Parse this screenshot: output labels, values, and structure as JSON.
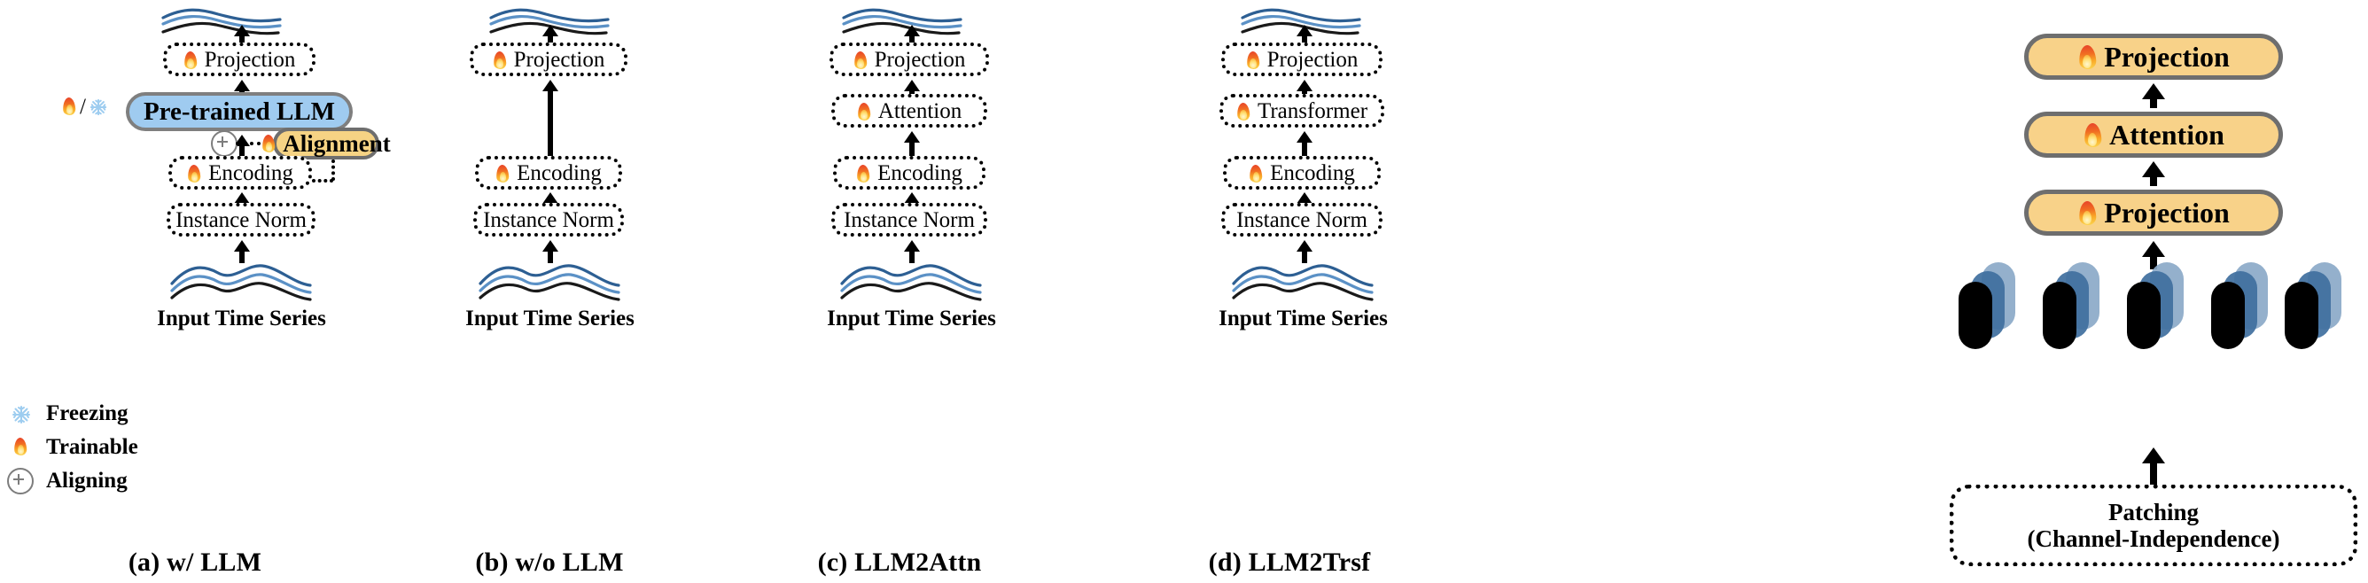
{
  "figure": {
    "kind": "architecture-diagram",
    "panels": [
      {
        "id": "a",
        "caption": "(a) w/ LLM",
        "output_series_label": "",
        "side_annotation": {
          "trainable_icon": "flame-icon",
          "separator": "/",
          "freezing_icon": "snowflake-icon"
        },
        "blocks": [
          {
            "id": "projection",
            "label": "Projection",
            "icon": "flame-icon",
            "style": "dotted"
          },
          {
            "id": "llm",
            "label": "Pre-trained LLM",
            "icon": "none",
            "style": "solid-blue"
          },
          {
            "id": "encoding",
            "label": "Encoding",
            "icon": "flame-icon",
            "style": "dotted"
          },
          {
            "id": "instance-norm",
            "label": "Instance Norm",
            "icon": "none",
            "style": "dotted"
          }
        ],
        "alignment_block": {
          "label": "Alignment",
          "icon": "flame-icon",
          "style": "solid-orange"
        },
        "aligning_icon": "circled-plus-icon",
        "input_label": "Input Time Series"
      },
      {
        "id": "b",
        "caption": "(b) w/o LLM",
        "blocks": [
          {
            "id": "projection",
            "label": "Projection",
            "icon": "flame-icon",
            "style": "dotted"
          },
          {
            "id": "encoding",
            "label": "Encoding",
            "icon": "flame-icon",
            "style": "dotted"
          },
          {
            "id": "instance-norm",
            "label": "Instance Norm",
            "icon": "none",
            "style": "dotted"
          }
        ],
        "input_label": "Input Time Series"
      },
      {
        "id": "c",
        "caption": "(c) LLM2Attn",
        "blocks": [
          {
            "id": "projection",
            "label": "Projection",
            "icon": "flame-icon",
            "style": "dotted"
          },
          {
            "id": "attention",
            "label": "Attention",
            "icon": "flame-icon",
            "style": "dotted"
          },
          {
            "id": "encoding",
            "label": "Encoding",
            "icon": "flame-icon",
            "style": "dotted"
          },
          {
            "id": "instance-norm",
            "label": "Instance Norm",
            "icon": "none",
            "style": "dotted"
          }
        ],
        "input_label": "Input Time Series"
      },
      {
        "id": "d",
        "caption": "(d) LLM2Trsf",
        "blocks": [
          {
            "id": "projection",
            "label": "Projection",
            "icon": "flame-icon",
            "style": "dotted"
          },
          {
            "id": "transformer",
            "label": "Transformer",
            "icon": "flame-icon",
            "style": "dotted"
          },
          {
            "id": "encoding",
            "label": "Encoding",
            "icon": "flame-icon",
            "style": "dotted"
          },
          {
            "id": "instance-norm",
            "label": "Instance Norm",
            "icon": "none",
            "style": "dotted"
          }
        ],
        "input_label": "Input Time Series"
      },
      {
        "id": "e",
        "caption": "",
        "blocks": [
          {
            "id": "projection-top",
            "label": "Projection",
            "icon": "flame-icon",
            "style": "big-orange"
          },
          {
            "id": "attention",
            "label": "Attention",
            "icon": "flame-icon",
            "style": "big-orange"
          },
          {
            "id": "projection-bottom",
            "label": "Projection",
            "icon": "flame-icon",
            "style": "big-orange"
          }
        ],
        "patch_tokens": {
          "count": 5,
          "layers_per_token": 3
        },
        "patching_box": {
          "line1": "Patching",
          "line2": "(Channel-Independence)"
        }
      }
    ],
    "legend": [
      {
        "icon": "snowflake-icon",
        "label": "Freezing"
      },
      {
        "icon": "flame-icon",
        "label": "Trainable"
      },
      {
        "icon": "circled-plus-icon",
        "label": "Aligning"
      }
    ],
    "colors": {
      "llm_fill": "#9fcbf0",
      "alignment_fill": "#f6d384",
      "orange_fill": "#f8d289",
      "box_border": "#6e6e6e",
      "series_dark_blue": "#2d5f93",
      "series_light_blue": "#5b91c6",
      "series_black": "#1a1a1a",
      "patch_back": "#8ba9c8",
      "patch_mid": "#3f6f9e",
      "patch_front": "#000000"
    }
  }
}
